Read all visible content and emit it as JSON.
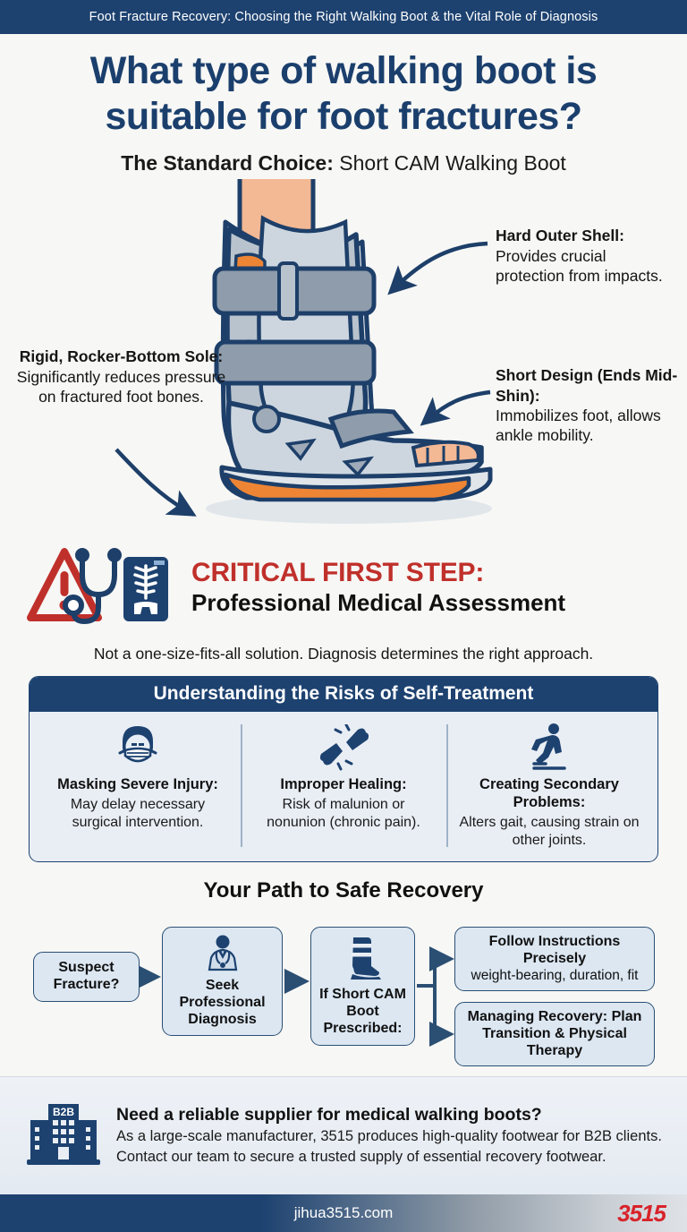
{
  "topbar": {
    "text": "Foot Fracture Recovery: Choosing the Right Walking Boot & the Vital Role of Diagnosis"
  },
  "hero": {
    "title_line1": "What type of walking boot is",
    "title_line2": "suitable for foot fractures?",
    "subtitle_bold": "The Standard Choice:",
    "subtitle_rest": " Short CAM Walking Boot"
  },
  "callouts": [
    {
      "id": "hard-outer-shell",
      "title": "Hard Outer Shell:",
      "body": "Provides crucial protection from impacts."
    },
    {
      "id": "short-design",
      "title": "Short Design (Ends Mid-Shin):",
      "body": "Immobilizes foot, allows ankle mobility."
    },
    {
      "id": "rocker-sole",
      "title": "Rigid, Rocker-Bottom Sole:",
      "body": "Significantly reduces pressure on fractured foot bones."
    }
  ],
  "critical": {
    "line1": "CRITICAL FIRST STEP:",
    "line2": "Professional Medical Assessment",
    "note": "Not a one-size-fits-all solution. Diagnosis determines the right approach.",
    "icons": [
      "warning-triangle-icon",
      "stethoscope-icon",
      "xray-icon"
    ]
  },
  "risks": {
    "heading": "Understanding the Risks of Self-Treatment",
    "items": [
      {
        "icon": "masked-face-icon",
        "title": "Masking Severe Injury:",
        "desc": "May delay necessary surgical intervention."
      },
      {
        "icon": "broken-bone-icon",
        "title": "Improper Healing:",
        "desc": "Risk of malunion or nonunion (chronic pain)."
      },
      {
        "icon": "walking-person-icon",
        "title": "Creating Secondary Problems:",
        "desc": "Alters gait, causing strain on other joints."
      }
    ]
  },
  "path": {
    "heading": "Your Path to Safe Recovery",
    "nodes": [
      {
        "id": "suspect-fracture",
        "title": "Suspect Fracture?",
        "sub": ""
      },
      {
        "id": "seek-diagnosis",
        "icon": "doctor-icon",
        "title": "Seek Professional Diagnosis",
        "sub": ""
      },
      {
        "id": "boot-prescribed",
        "icon": "walking-boot-icon",
        "title": "If Short CAM Boot Prescribed:",
        "sub": ""
      },
      {
        "id": "follow-instructions",
        "title": "Follow Instructions Precisely",
        "sub": "weight-bearing, duration, fit"
      },
      {
        "id": "managing-recovery",
        "title": "Managing Recovery: Plan Transition & Physical Therapy",
        "sub": ""
      }
    ]
  },
  "cta": {
    "icon_label": "B2B",
    "heading": "Need a reliable supplier for medical walking boots?",
    "line1": "As a large-scale manufacturer, 3515 produces high-quality footwear for B2B clients.",
    "line2": "Contact our team to secure a trusted supply of essential recovery footwear."
  },
  "footer": {
    "url": "jihua3515.com",
    "logo": "3515"
  },
  "colors": {
    "navy": "#1d4270",
    "title_navy": "#1b3f6d",
    "red": "#c0302b",
    "logo_red": "#d8232a",
    "panel_bg": "#e9eef5",
    "node_bg": "#dce7f2",
    "page_bg": "#f7f7f5",
    "boot_orange": "#e8762c"
  }
}
